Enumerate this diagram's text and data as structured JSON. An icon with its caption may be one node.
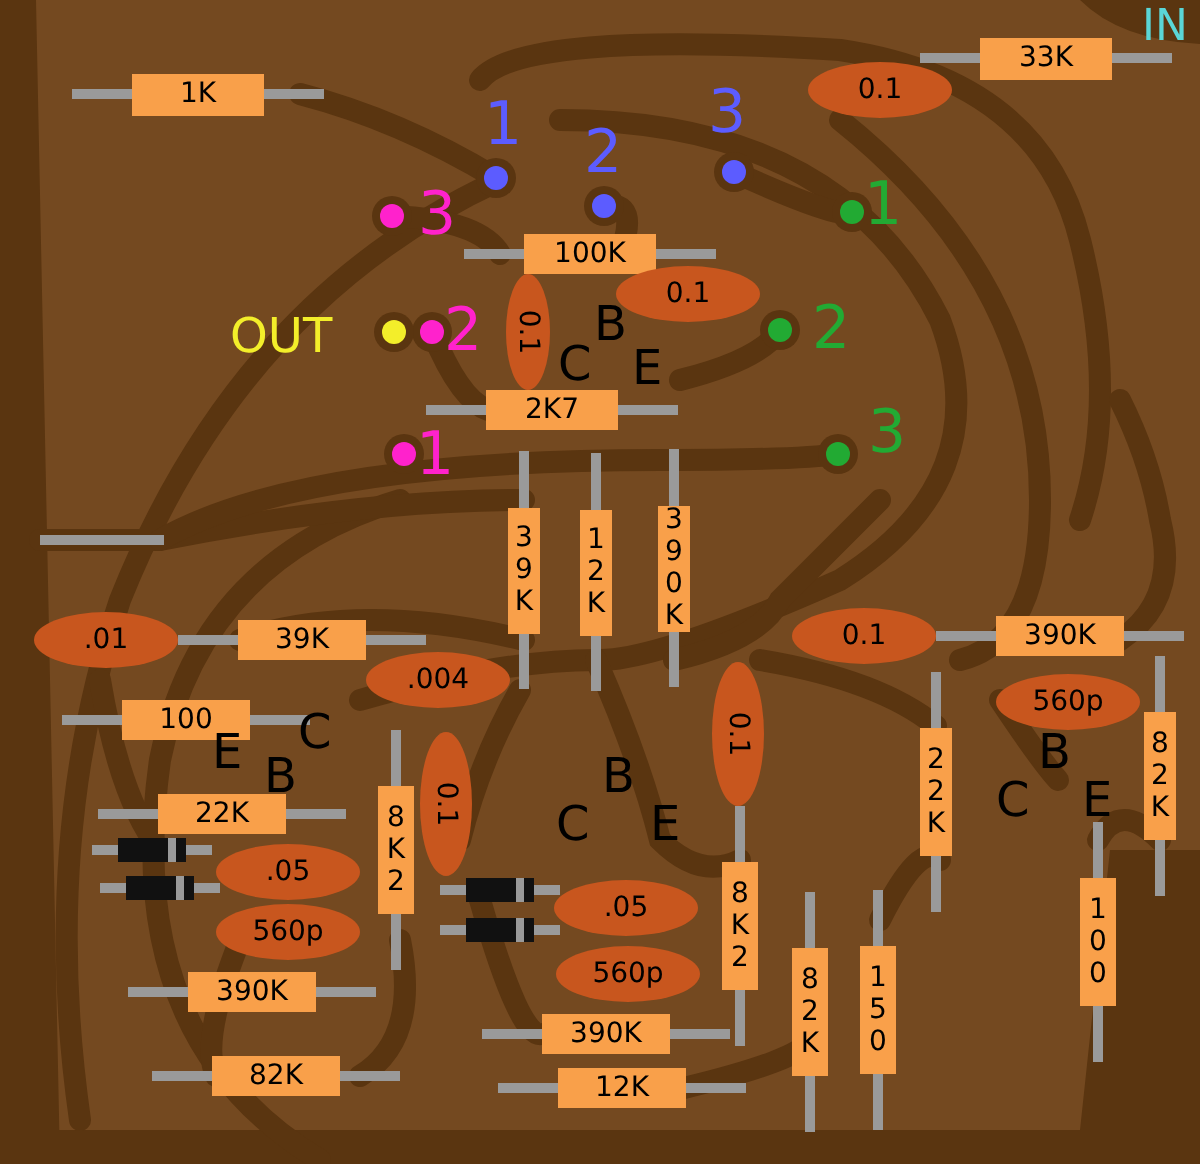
{
  "diagram": {
    "nodes": [
      {
        "text": [
          "1K"
        ]
      },
      {
        "text": [
          "33K"
        ]
      },
      {
        "text": [
          "0.1"
        ]
      },
      {
        "text": [
          "100K"
        ]
      },
      {
        "text": [
          "0.1"
        ]
      },
      {
        "text": [
          "0.1"
        ]
      },
      {
        "text": [
          "2K7"
        ]
      },
      {
        "text": [
          "39K"
        ]
      },
      {
        "text": [
          "12K"
        ]
      },
      {
        "text": [
          "390K"
        ]
      },
      {
        "text": [
          ".01"
        ]
      },
      {
        "text": [
          "39K"
        ]
      },
      {
        "text": [
          ".004"
        ]
      },
      {
        "text": [
          "0.1"
        ]
      },
      {
        "text": [
          "390K"
        ]
      },
      {
        "text": [
          "100"
        ]
      },
      {
        "text": [
          "560p"
        ]
      },
      {
        "text": [
          "22K"
        ]
      },
      {
        "text": [
          "82K"
        ]
      },
      {
        "text": [
          "0.1"
        ]
      },
      {
        "text": [
          "0.1"
        ]
      },
      {
        "text": [
          "22K"
        ]
      },
      {
        "text": [
          "8K2"
        ]
      },
      {
        "text": [
          ".05"
        ]
      },
      {
        "text": [
          ".05"
        ]
      },
      {
        "text": [
          "560p"
        ]
      },
      {
        "text": [
          "8K2"
        ]
      },
      {
        "text": [
          "100"
        ]
      },
      {
        "text": [
          "390K"
        ]
      },
      {
        "text": [
          "560p"
        ]
      },
      {
        "text": [
          "82K"
        ]
      },
      {
        "text": [
          "150"
        ]
      },
      {
        "text": [
          "390K"
        ]
      },
      {
        "text": [
          "82K"
        ]
      },
      {
        "text": [
          "12K"
        ]
      }
    ],
    "labels": [
      "IN",
      "1",
      "2",
      "3",
      "3",
      "1",
      "OUT",
      "2",
      "B",
      "2",
      "C",
      "E",
      "1",
      "3",
      "C",
      "E",
      "B",
      "B",
      "B",
      "C",
      "E",
      "C",
      "E"
    ]
  }
}
